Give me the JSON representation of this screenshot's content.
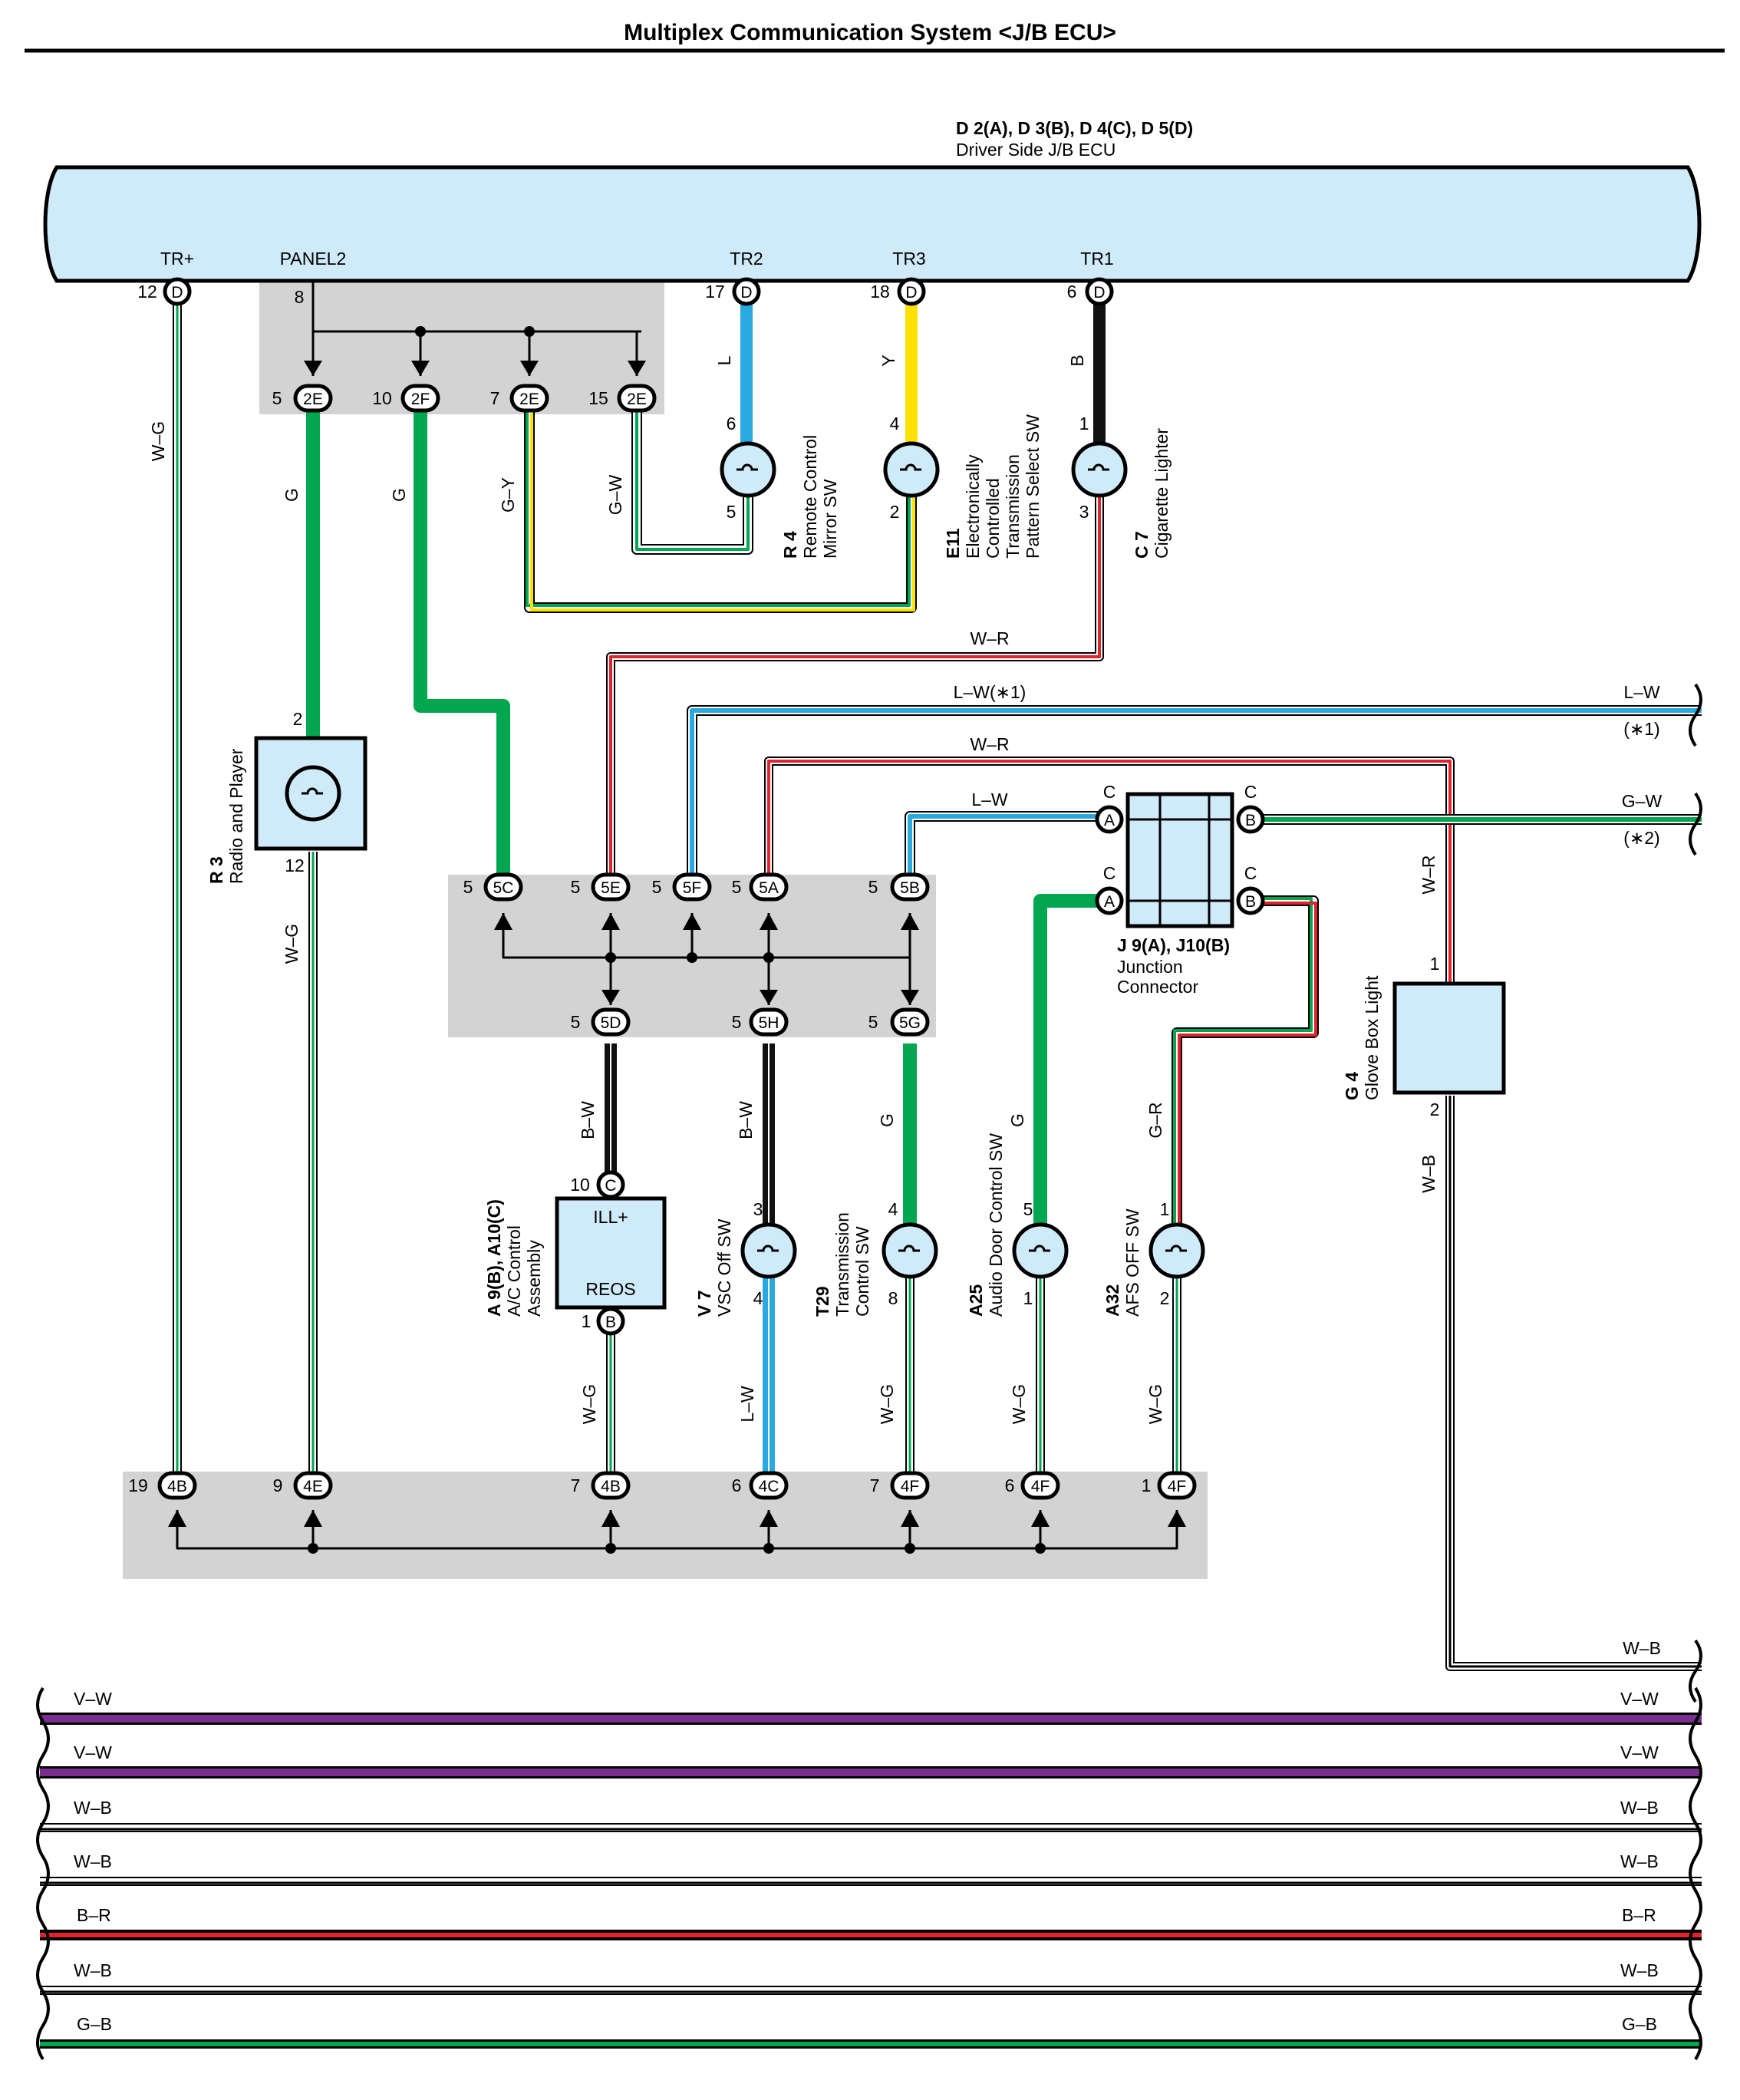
{
  "page_title": "Multiplex Communication System <J/B ECU>",
  "colors": {
    "jb_fill": "#cfeaf8",
    "splice_fill": "#d3d3d3",
    "green": "#00a650",
    "blue": "#2aa8e0",
    "yellow": "#ffe100",
    "red": "#e0232d",
    "black": "#111111",
    "violet": "#7a2f8f"
  },
  "ecu": {
    "title": "D 2(A), D 3(B), D 4(C), D 5(D)",
    "subtitle": "Driver Side J/B ECU",
    "terminals": [
      {
        "name": "TR+",
        "pin": "12",
        "conn": "D"
      },
      {
        "name": "PANEL2",
        "pin": "8",
        "conn": ""
      },
      {
        "name": "TR2",
        "pin": "17",
        "conn": "D"
      },
      {
        "name": "TR3",
        "pin": "18",
        "conn": "D"
      },
      {
        "name": "TR1",
        "pin": "6",
        "conn": "D"
      }
    ]
  },
  "wire_labels": {
    "wg": "W–G",
    "g": "G",
    "gy": "G–Y",
    "gw": "G–W",
    "l": "L",
    "y": "Y",
    "b": "B",
    "wr": "W–R",
    "lw1": "L–W(∗1)",
    "lw": "L–W",
    "bw": "B–W",
    "gr": "G–R",
    "wb": "W–B",
    "vw": "V–W",
    "br": "B–R",
    "gb": "G–B",
    "note1": "(∗1)",
    "note2": "(∗2)"
  },
  "splice_top": [
    {
      "pin": "5",
      "conn": "2E"
    },
    {
      "pin": "10",
      "conn": "2F"
    },
    {
      "pin": "7",
      "conn": "2E"
    },
    {
      "pin": "15",
      "conn": "2E"
    }
  ],
  "splice_mid_top": [
    {
      "pin": "5",
      "conn": "5C"
    },
    {
      "pin": "5",
      "conn": "5E"
    },
    {
      "pin": "5",
      "conn": "5F"
    },
    {
      "pin": "5",
      "conn": "5A"
    },
    {
      "pin": "5",
      "conn": "5B"
    }
  ],
  "splice_mid_bottom": [
    {
      "pin": "5",
      "conn": "5D"
    },
    {
      "pin": "5",
      "conn": "5H"
    },
    {
      "pin": "5",
      "conn": "5G"
    }
  ],
  "splice_bottom": [
    {
      "pin": "19",
      "conn": "4B"
    },
    {
      "pin": "9",
      "conn": "4E"
    },
    {
      "pin": "7",
      "conn": "4B"
    },
    {
      "pin": "6",
      "conn": "4C"
    },
    {
      "pin": "7",
      "conn": "4F"
    },
    {
      "pin": "6",
      "conn": "4F"
    },
    {
      "pin": "1",
      "conn": "4F"
    }
  ],
  "components": {
    "r4": {
      "code": "R 4",
      "l1": "Remote Control",
      "l2": "Mirror SW",
      "p_top": "6",
      "p_bot": "5"
    },
    "e11": {
      "code": "E11",
      "l1": "Electronically",
      "l2": "Controlled",
      "l3": "Transmission",
      "l4": "Pattern Select SW",
      "p_top": "4",
      "p_bot": "2"
    },
    "c7": {
      "code": "C 7",
      "l1": "Cigarette Lighter",
      "p_top": "1",
      "p_bot": "3"
    },
    "r3": {
      "code": "R 3",
      "l1": "Radio and Player",
      "p_top": "2",
      "p_bot": "12"
    },
    "j9": {
      "code": "J 9(A), J10(B)",
      "l1": "Junction",
      "l2": "Connector",
      "c": "C",
      "a": "A",
      "b": "B"
    },
    "g4": {
      "code": "G 4",
      "l1": "Glove Box Light",
      "p_top": "1",
      "p_bot": "2"
    },
    "a9": {
      "code": "A 9(B), A10(C)",
      "l1": "A/C Control",
      "l2": "Assembly",
      "ill": "ILL+",
      "reos": "REOS",
      "p_top": "10",
      "c_top": "C",
      "p_bot": "1",
      "c_bot": "B"
    },
    "v7": {
      "code": "V 7",
      "l1": "VSC Off SW",
      "p_top": "3",
      "p_bot": "4"
    },
    "t29": {
      "code": "T29",
      "l1": "Transmission",
      "l2": "Control SW",
      "p_top": "4",
      "p_bot": "8"
    },
    "a25": {
      "code": "A25",
      "l1": "Audio Door Control SW",
      "p_top": "5",
      "p_bot": "1"
    },
    "a32": {
      "code": "A32",
      "l1": "AFS OFF SW",
      "p_top": "1",
      "p_bot": "2"
    }
  }
}
